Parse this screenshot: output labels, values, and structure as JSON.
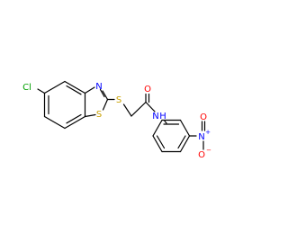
{
  "molecule": {
    "atoms": {
      "cl": {
        "text": "Cl",
        "color": "#00a000"
      },
      "n_thiazole": {
        "text": "N",
        "color": "#0000ff"
      },
      "s_thiazole": {
        "text": "S",
        "color": "#c8a000"
      },
      "s_thioether": {
        "text": "S",
        "color": "#c8a000"
      },
      "o_carbonyl": {
        "text": "O",
        "color": "#ff0000"
      },
      "nh_amide": {
        "text": "N",
        "color": "#0000ff"
      },
      "h_amide": {
        "text": "H",
        "color": "#0000ff"
      },
      "n_nitro": {
        "text": "N",
        "color": "#0000ff"
      },
      "n_nitro_charge": {
        "text": "+",
        "color": "#0000ff"
      },
      "o_nitro_double": {
        "text": "O",
        "color": "#ff0000"
      },
      "o_nitro_single": {
        "text": "O",
        "color": "#ff0000"
      },
      "o_nitro_charge": {
        "text": "−",
        "color": "#ff0000"
      }
    }
  }
}
